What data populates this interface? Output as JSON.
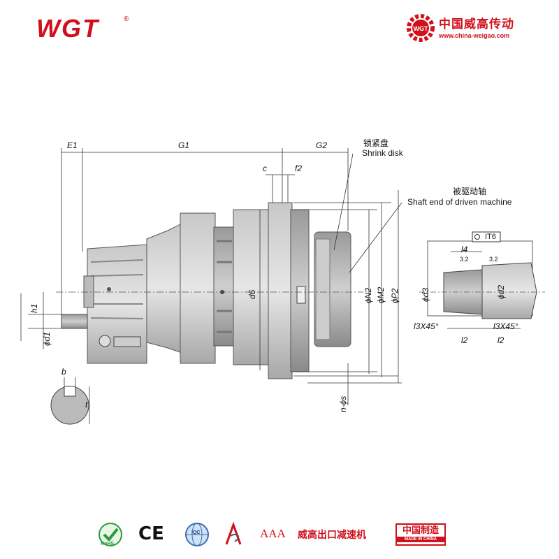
{
  "header": {
    "logo_text": "WGT",
    "logo_mark": "®",
    "company_name": "中国威高传动",
    "company_url": "www.china-weigao.com",
    "brand_color": "#d0101a"
  },
  "drawing": {
    "dims": {
      "E1": "E1",
      "G1": "G1",
      "G2": "G2",
      "c": "c",
      "f2": "f2",
      "h1": "h1",
      "d1": "ϕd1",
      "b": "b",
      "t": "t",
      "d6": "d6",
      "N2": "ϕN2",
      "M2": "ϕM2",
      "P2": "ϕP2",
      "ns": "n-ϕs",
      "d3": "ϕd3",
      "d2": "ϕd2",
      "l4": "l4",
      "l2a": "l2",
      "l2b": "l2",
      "l3a": "l3X45°",
      "l3b": "l3X45°",
      "r1": "3.2",
      "r2": "3.2",
      "tol": "IT6"
    },
    "annotations": {
      "shrink_cn": "锁紧盘",
      "shrink_en": "Shrink disk",
      "shaft_cn": "被驱动轴",
      "shaft_en": "Shaft end of driven machine"
    }
  },
  "footer": {
    "rohs_label": "RoHS",
    "ce_label": "CE",
    "iqc_label": "IQC",
    "aaa_label": "AAA",
    "export_label": "威高出口减速机",
    "made_cn": "中国制造",
    "made_en": "MADE IN CHINA"
  }
}
